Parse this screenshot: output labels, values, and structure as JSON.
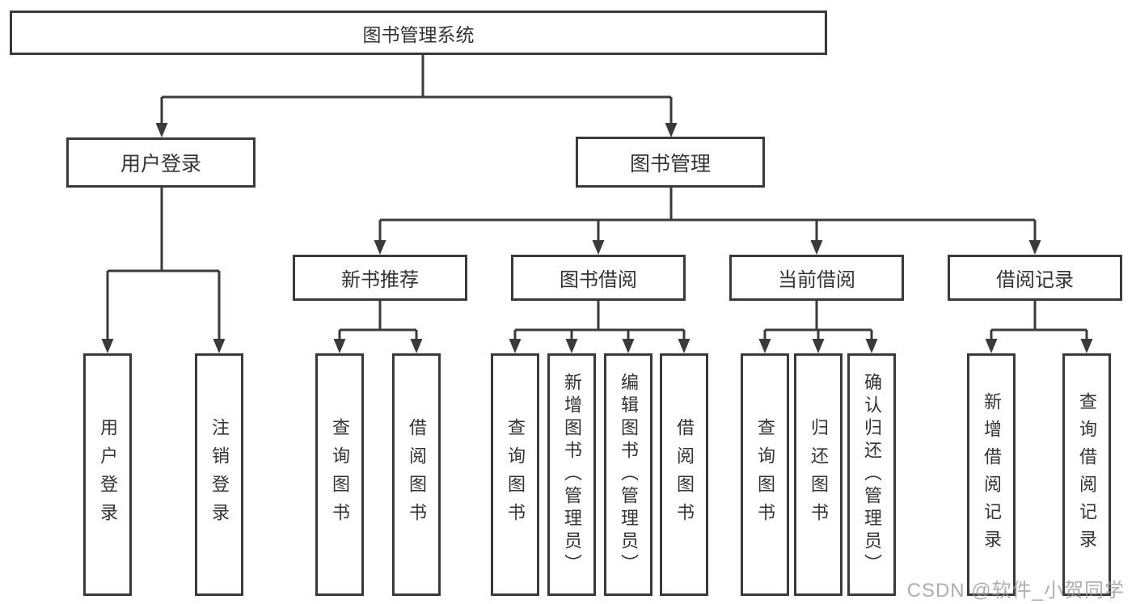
{
  "diagram": {
    "nodes": {
      "root": "图书管理系统",
      "user_login": "用户登录",
      "book_management": "图书管理",
      "new_books": "新书推荐",
      "book_borrowing": "图书借阅",
      "current_borrowing": "当前借阅",
      "borrowing_records": "借阅记录"
    },
    "leaves": {
      "user_login": "用户登录",
      "logout": "注销登录",
      "nb_query_books": "查询图书",
      "nb_borrow_books": "借阅图书",
      "bb_query_books": "查询图书",
      "bb_add_books_admin": "新增图书（管理员）",
      "bb_edit_books_admin": "编辑图书（管理员）",
      "bb_borrow_books": "借阅图书",
      "cb_query_books": "查询图书",
      "cb_return_books": "归还图书",
      "cb_confirm_return_admin": "确认归还（管理员）",
      "br_add_record": "新增借阅记录",
      "br_query_record": "查询借阅记录"
    },
    "colors": {
      "line": "#3a3a3a",
      "text": "#333333",
      "background": "#ffffff",
      "watermark": "#9a9a9a"
    }
  },
  "watermark": {
    "text": "CSDN @软件_小贺同学"
  }
}
